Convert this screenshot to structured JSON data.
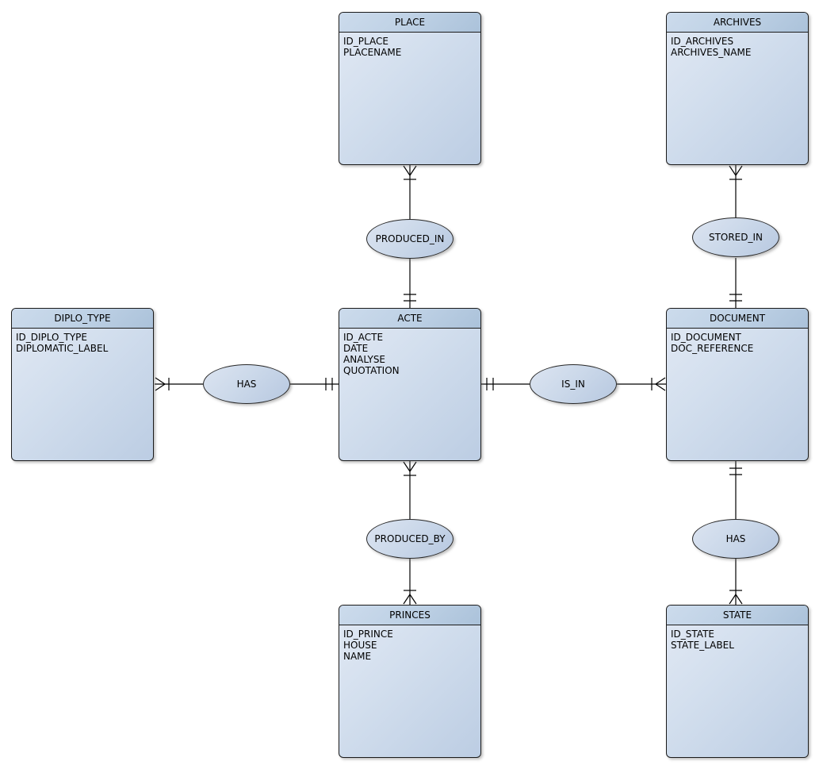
{
  "diagram": {
    "type": "entity-relationship",
    "background_color": "#ffffff",
    "colors": {
      "entity_header_fill_top": "#ccdbec",
      "entity_header_fill_bottom": "#abc2da",
      "entity_body_fill_top": "#e2e9f4",
      "entity_body_fill_bottom": "#bccde3",
      "border": "#1b1b1b",
      "connector_line": "#000000",
      "text": "#000000"
    },
    "entities": {
      "place": {
        "name": "PLACE",
        "attributes": [
          "ID_PLACE",
          "PLACENAME"
        ]
      },
      "archives": {
        "name": "ARCHIVES",
        "attributes": [
          "ID_ARCHIVES",
          "ARCHIVES_NAME"
        ]
      },
      "diplo_type": {
        "name": "DIPLO_TYPE",
        "attributes": [
          "ID_DIPLO_TYPE",
          "DIPLOMATIC_LABEL"
        ]
      },
      "acte": {
        "name": "ACTE",
        "attributes": [
          "ID_ACTE",
          "DATE",
          "ANALYSE",
          "QUOTATION"
        ]
      },
      "document": {
        "name": "DOCUMENT",
        "attributes": [
          "ID_DOCUMENT",
          "DOC_REFERENCE"
        ]
      },
      "princes": {
        "name": "PRINCES",
        "attributes": [
          "ID_PRINCE",
          "HOUSE",
          "NAME"
        ]
      },
      "state": {
        "name": "STATE",
        "attributes": [
          "ID_STATE",
          "STATE_LABEL"
        ]
      }
    },
    "relationships": {
      "produced_in": {
        "label": "PRODUCED_IN",
        "between": [
          "PLACE",
          "ACTE"
        ],
        "place_end": "crow-foot-with-tick",
        "acte_end": "double-tick"
      },
      "stored_in": {
        "label": "STORED_IN",
        "between": [
          "ARCHIVES",
          "DOCUMENT"
        ],
        "archives_end": "crow-foot-with-tick",
        "document_end": "double-tick"
      },
      "has_diplo": {
        "label": "HAS",
        "between": [
          "DIPLO_TYPE",
          "ACTE"
        ],
        "diplo_type_end": "crow-foot-with-tick",
        "acte_end": "double-tick"
      },
      "is_in": {
        "label": "IS_IN",
        "between": [
          "ACTE",
          "DOCUMENT"
        ],
        "acte_end": "double-tick",
        "document_end": "crow-foot-with-tick"
      },
      "produced_by": {
        "label": "PRODUCED_BY",
        "between": [
          "ACTE",
          "PRINCES"
        ],
        "acte_end": "crow-foot-with-tick",
        "princes_end": "crow-foot-with-tick"
      },
      "has_state": {
        "label": "HAS",
        "between": [
          "DOCUMENT",
          "STATE"
        ],
        "document_end": "double-tick",
        "state_end": "crow-foot-with-tick"
      }
    }
  }
}
